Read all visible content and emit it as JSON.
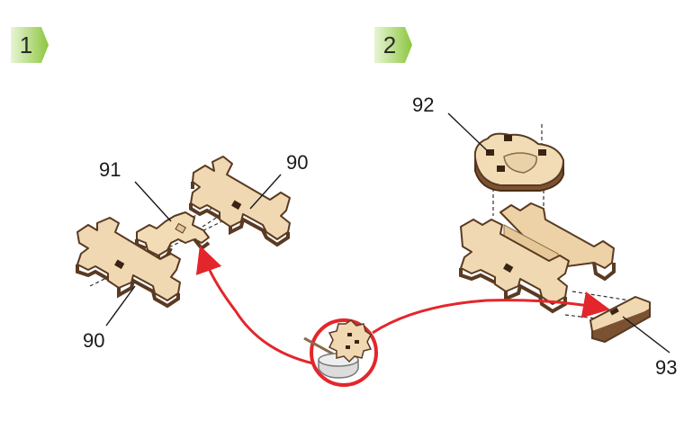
{
  "steps": [
    {
      "number": "1"
    },
    {
      "number": "2"
    }
  ],
  "callouts": {
    "step1_top_left": "91",
    "step1_top_right": "90",
    "step1_bottom": "90",
    "step2_top": "92",
    "step2_right": "93"
  },
  "icons": {
    "glue": "glue-pot-with-brush-and-gear-icon"
  },
  "colors": {
    "step_badge": "#8cc63f",
    "arrow": "#e3262b",
    "wood_face": "#f0d9b2",
    "wood_edge": "#5a3a22"
  }
}
